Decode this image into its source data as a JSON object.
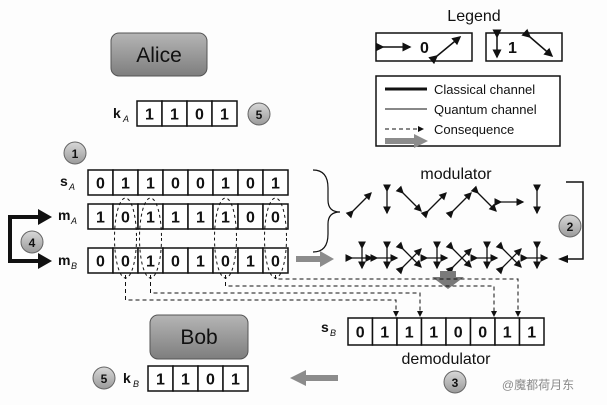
{
  "legend": {
    "title": "Legend",
    "basis_0_label": "0",
    "basis_1_label": "1",
    "entries": [
      "Classical channel",
      "Quantum channel",
      "Consequence"
    ]
  },
  "alice": {
    "name": "Alice",
    "key_label": "k",
    "key_sub": "A",
    "key_bits": [
      "1",
      "1",
      "0",
      "1"
    ],
    "step": "5"
  },
  "bob": {
    "name": "Bob",
    "key_label": "k",
    "key_sub": "B",
    "key_bits": [
      "1",
      "1",
      "0",
      "1"
    ],
    "step": "5"
  },
  "rows": {
    "s_a": {
      "label": "s",
      "sub": "A",
      "bits": [
        "0",
        "1",
        "1",
        "0",
        "0",
        "1",
        "0",
        "1"
      ]
    },
    "m_a": {
      "label": "m",
      "sub": "A",
      "bits": [
        "1",
        "0",
        "1",
        "1",
        "1",
        "1",
        "0",
        "0"
      ]
    },
    "m_b": {
      "label": "m",
      "sub": "B",
      "bits": [
        "0",
        "0",
        "1",
        "0",
        "1",
        "0",
        "1",
        "0"
      ]
    },
    "s_b": {
      "label": "s",
      "sub": "B",
      "bits": [
        "0",
        "1",
        "1",
        "1",
        "0",
        "0",
        "1",
        "1"
      ]
    }
  },
  "steps": {
    "one": "1",
    "two": "2",
    "three": "3",
    "four": "4"
  },
  "modulator_label": "modulator",
  "demodulator_label": "demodulator",
  "watermark": "@魔都荷月东"
}
